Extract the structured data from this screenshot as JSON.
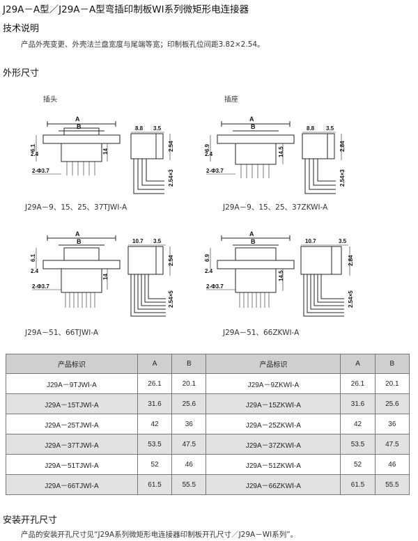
{
  "title": "J29A－A型／J29A－A型弯插印制板WⅠ系列微矩形电连接器",
  "sections": {
    "tech": {
      "heading": "技术说明",
      "text": "产品外壳变更、外壳法兰盘宽度与尾端等宽；印制板孔位间距3.82×2.54。"
    },
    "dims": {
      "heading": "外形尺寸",
      "plug_label": "插头",
      "socket_label": "插座"
    },
    "install": {
      "heading": "安装开孔尺寸",
      "text": "产品的安装开孔尺寸见“J29A系列微矩形电连接器印制板开孔尺寸／J29A－WⅠ系列”。"
    }
  },
  "drawings": [
    {
      "caption": "J29A－9、15、25、37TJWⅠ-A",
      "dims": {
        "a": "A",
        "b": "B",
        "h1": "6.1",
        "h2": "14",
        "w1": "8.8",
        "w2": "3.5",
        "v1": "2.54",
        "v2": "2.54×3",
        "pin": "2-Φ3.7"
      }
    },
    {
      "caption": "J29A－9、15、25、37ZKWⅠ-A",
      "dims": {
        "a": "A",
        "b": "B",
        "h1": "6.9",
        "h2": "14.5",
        "w1": "8.8",
        "w2": "3.5",
        "v1": "2.84",
        "v2": "2.54×3",
        "pin": "2-Φ3.7"
      }
    },
    {
      "caption": "J29A－51、66TJWⅠ-A",
      "dims": {
        "a": "A",
        "b": "B",
        "h1": "6.1",
        "h2": "14",
        "w1": "10.7",
        "w2": "3.5",
        "v1": "2.54",
        "v2": "2.54×5",
        "pin": "2-Φ3.7"
      }
    },
    {
      "caption": "J29A－51、66ZKWⅠ-A",
      "dims": {
        "a": "A",
        "b": "B",
        "h1": "6.9",
        "h2": "14.5",
        "w1": "10.7",
        "w2": "3.5",
        "v1": "2.84",
        "v2": "2.54×5",
        "pin": "2-Φ3.7"
      }
    }
  ],
  "table": {
    "headers": [
      "产品标识",
      "A",
      "B",
      "产品标识",
      "A",
      "B"
    ],
    "rows": [
      [
        "J29A－9TJWⅠ-A",
        "26.1",
        "20.1",
        "J29A－9ZKWⅠ-A",
        "26.1",
        "20.1"
      ],
      [
        "J29A－15TJWⅠ-A",
        "31.6",
        "25.6",
        "J29A－15ZKWⅠ-A",
        "31.6",
        "25.6"
      ],
      [
        "J29A－25TJWⅠ-A",
        "42",
        "36",
        "J29A－25ZKWⅠ-A",
        "42",
        "36"
      ],
      [
        "J29A－37TJWⅠ-A",
        "53.5",
        "47.5",
        "J29A－37ZKWⅠ-A",
        "53.5",
        "47.5"
      ],
      [
        "J29A－51TJWⅠ-A",
        "52",
        "46",
        "J29A－51ZKWⅠ-A",
        "52",
        "46"
      ],
      [
        "J29A－66TJWⅠ-A",
        "61.5",
        "55.5",
        "J29A－66ZKWⅠ-A",
        "61.5",
        "55.5"
      ]
    ]
  }
}
